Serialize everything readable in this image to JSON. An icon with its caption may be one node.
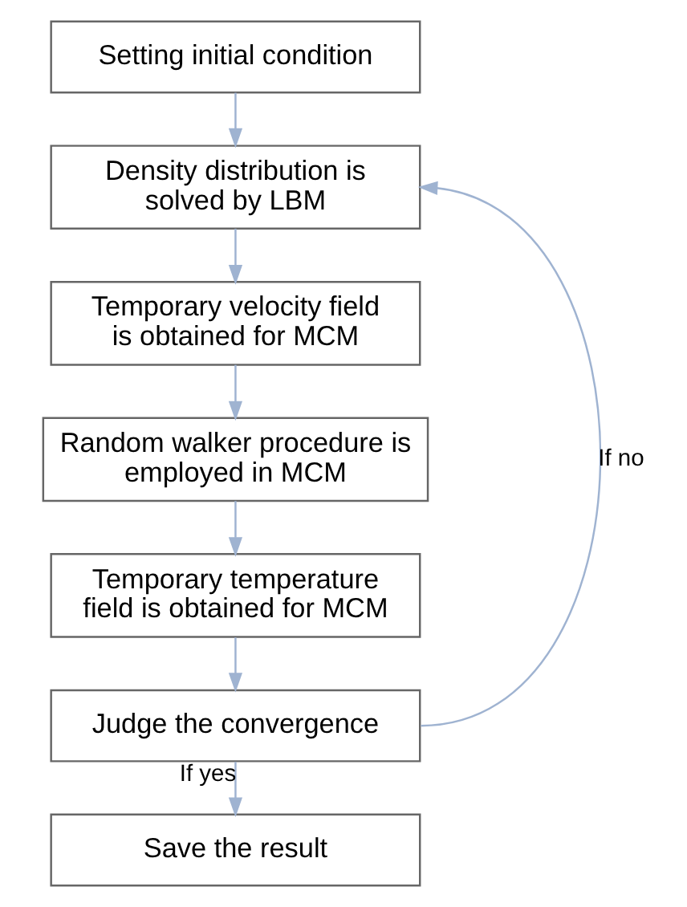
{
  "diagram": {
    "nodes": [
      {
        "text": [
          "Setting initial condition"
        ]
      },
      {
        "text": [
          "Density distribution is solved by LBM"
        ]
      },
      {
        "text": [
          "Temporary velocity field is obtained for MCM"
        ]
      },
      {
        "text": [
          "Random walker procedure is employed in MCM"
        ]
      },
      {
        "text": [
          "Temporary temperature field is obtained for MCM"
        ]
      },
      {
        "text": [
          "Judge the convergence"
        ]
      },
      {
        "text": [
          "Save the result"
        ]
      }
    ],
    "edges": [
      {
        "from": 0,
        "to": 1,
        "arrow": "to"
      },
      {
        "from": 1,
        "to": 2,
        "arrow": "to"
      },
      {
        "from": 2,
        "to": 3,
        "arrow": "to"
      },
      {
        "from": 3,
        "to": 4,
        "arrow": "to"
      },
      {
        "from": 4,
        "to": 5,
        "arrow": "to"
      },
      {
        "from": 5,
        "to": 6,
        "arrow": "to",
        "label": "If yes"
      },
      {
        "from": 5,
        "to": 1,
        "arrow": "to",
        "label": "If no"
      }
    ]
  }
}
